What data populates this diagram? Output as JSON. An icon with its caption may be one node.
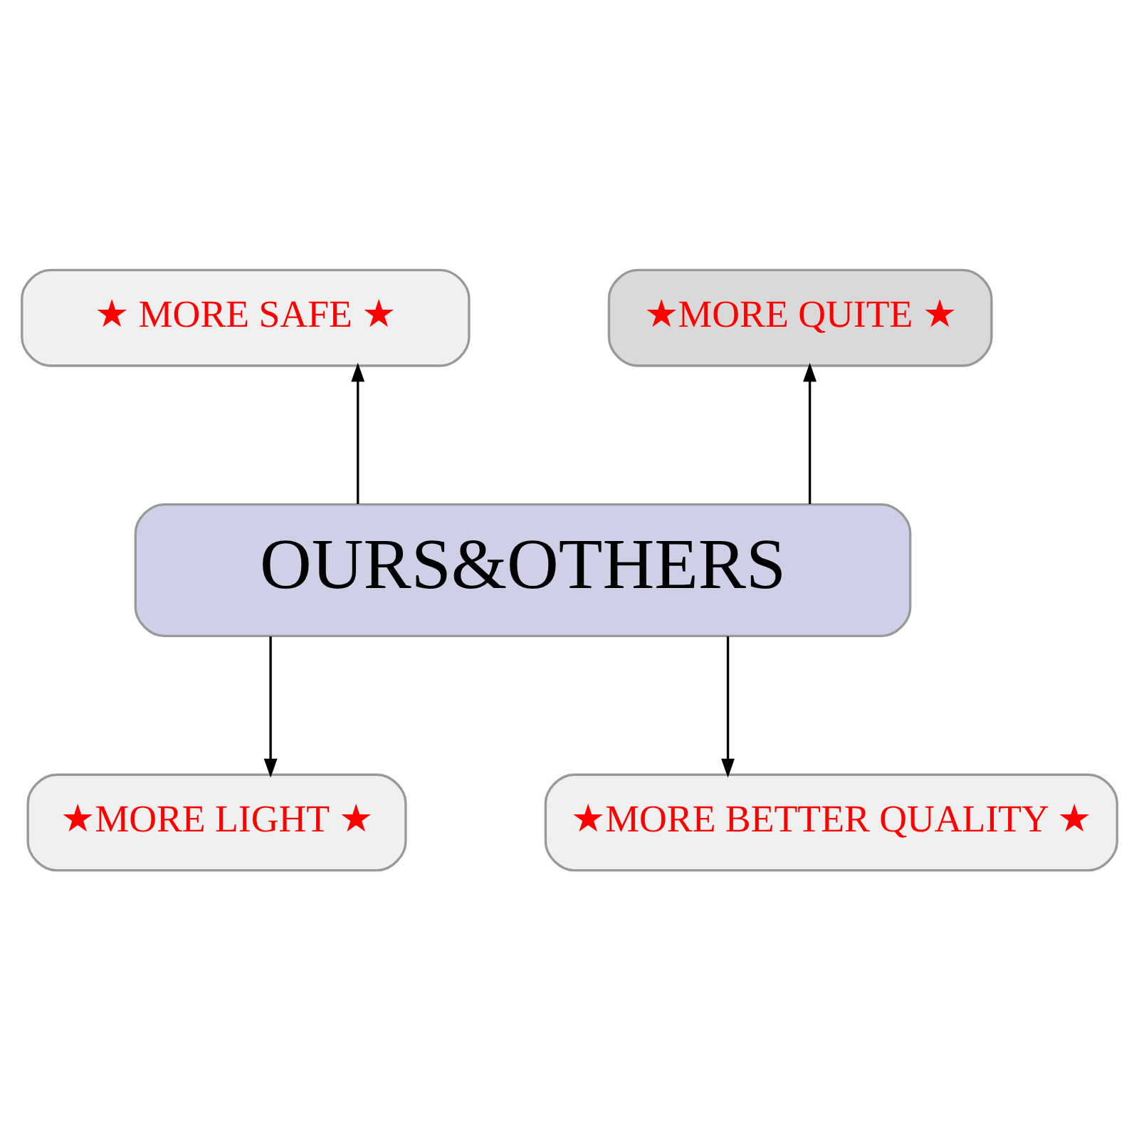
{
  "diagram": {
    "nodes": [
      {
        "text": [
          "★ MORE SAFE ★"
        ]
      },
      {
        "text": [
          "★MORE QUITE ★"
        ]
      },
      {
        "text": [
          "OURS&OTHERS"
        ]
      },
      {
        "text": [
          "★MORE LIGHT ★"
        ]
      },
      {
        "text": [
          "★MORE BETTER QUALITY ★"
        ]
      }
    ],
    "edges": [
      {
        "from": 2,
        "to": 0,
        "arrow": "to"
      },
      {
        "from": 2,
        "to": 1,
        "arrow": "to"
      },
      {
        "from": 2,
        "to": 3,
        "arrow": "to"
      },
      {
        "from": 2,
        "to": 4,
        "arrow": "to"
      }
    ]
  }
}
